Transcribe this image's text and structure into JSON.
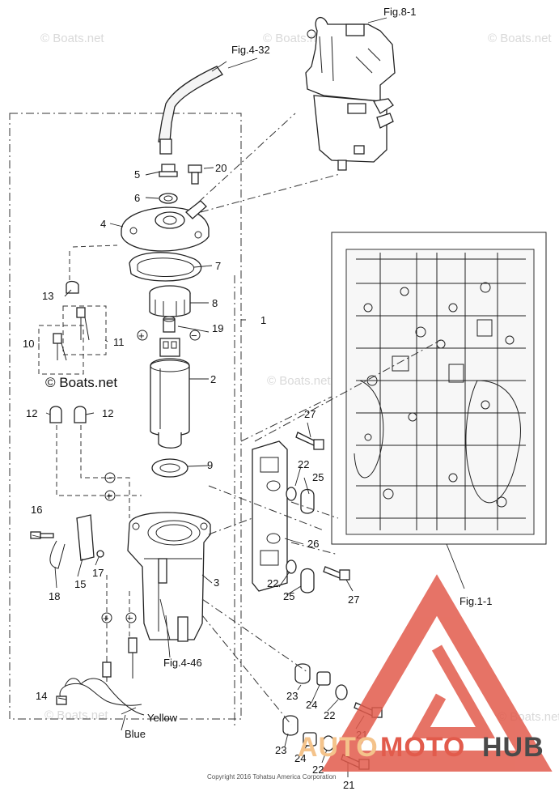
{
  "figure_refs": {
    "fig_8_1": "Fig.8-1",
    "fig_4_32": "Fig.4-32",
    "fig_4_46": "Fig.4-46",
    "fig_1_1": "Fig.1-1"
  },
  "callouts": {
    "c1": "1",
    "c2": "2",
    "c3": "3",
    "c4": "4",
    "c5": "5",
    "c6": "6",
    "c7": "7",
    "c8": "8",
    "c9": "9",
    "c10": "10",
    "c11": "11",
    "c12a": "12",
    "c12b": "12",
    "c13": "13",
    "c14": "14",
    "c15": "15",
    "c16": "16",
    "c17": "17",
    "c18": "18",
    "c19": "19",
    "c20": "20",
    "c21a": "21",
    "c21b": "21",
    "c22a": "22",
    "c22b": "22",
    "c22c": "22",
    "c22d": "22",
    "c23a": "23",
    "c23b": "23",
    "c24a": "24",
    "c24b": "24",
    "c25a": "25",
    "c25b": "25",
    "c26": "26",
    "c27a": "27",
    "c27b": "27"
  },
  "wire_labels": {
    "yellow": "Yellow",
    "blue": "Blue"
  },
  "polarity": {
    "plus": "+",
    "minus": "−"
  },
  "watermarks": {
    "w1": "© Boats.net",
    "w2": "© Boats.net",
    "w3": "© Boats.net",
    "w4": "© Boats.net",
    "w5": "© Boats.net",
    "w6": "© Boats.net",
    "main": "© Boats.net"
  },
  "copyright": "Copyright 2016 Tohatsu America Corporation",
  "brand": {
    "part1": "AUTO",
    "part2": "MOTO",
    "part3": "HUB"
  }
}
